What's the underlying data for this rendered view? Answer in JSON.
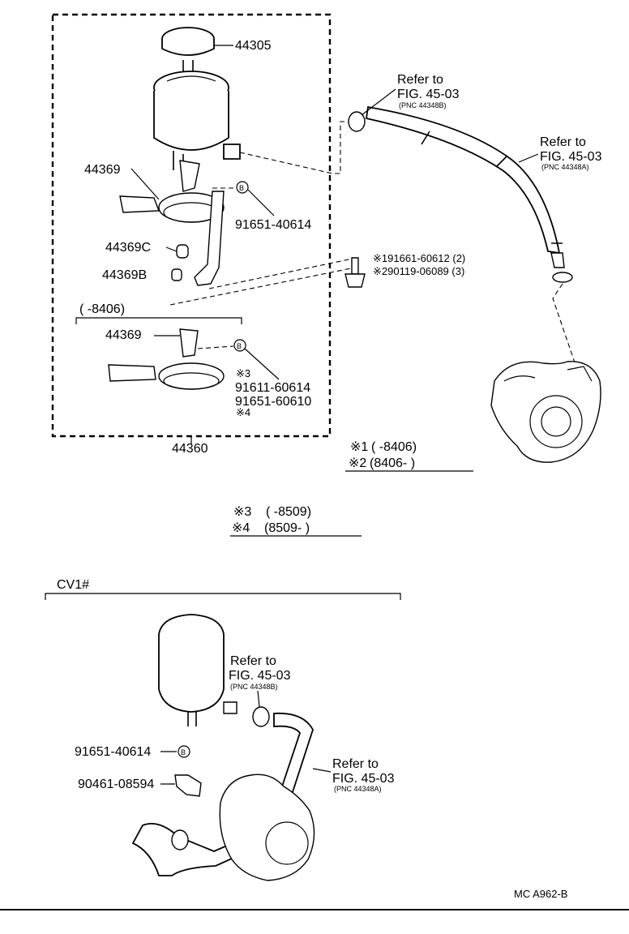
{
  "upper": {
    "cap": "44305",
    "bracket_a": "44369",
    "bolt_b_top": "91651-40614",
    "grommet_c": "44369C",
    "grommet_b": "44369B",
    "range_sub": "(      -8406)",
    "bracket_b": "44369",
    "note3": "※3",
    "bolt_alt1": "91611-60614",
    "bolt_alt2": "91651-60610",
    "note4": "※4",
    "assembly": "44360",
    "screw1": "※191661-60612 (2)",
    "screw2": "※290119-06089 (3)",
    "ref1": {
      "line1": "Refer to",
      "line2": "FIG. 45-03",
      "pnc": "(PNC 44348B)"
    },
    "ref2": {
      "line1": "Refer to",
      "line2": "FIG. 45-03",
      "pnc": "(PNC 44348A)"
    }
  },
  "legend": {
    "n1_mark": "※1",
    "n1_range": "(        -8406)",
    "n2_mark": "※2",
    "n2_range": "(8406-        )",
    "n3_mark": "※3",
    "n3_range": "(        -8509)",
    "n4_mark": "※4",
    "n4_range": "(8509-        )"
  },
  "lower": {
    "section": "CV1#",
    "ref1": {
      "line1": "Refer to",
      "line2": "FIG. 45-03",
      "pnc": "(PNC 44348B)"
    },
    "ref2": {
      "line1": "Refer to",
      "line2": "FIG. 45-03",
      "pnc": "(PNC 44348A)"
    },
    "bolt": "91651-40614",
    "clamp": "90461-08594"
  },
  "footer": {
    "code": "MC A962-B"
  },
  "callout_letter": "B"
}
